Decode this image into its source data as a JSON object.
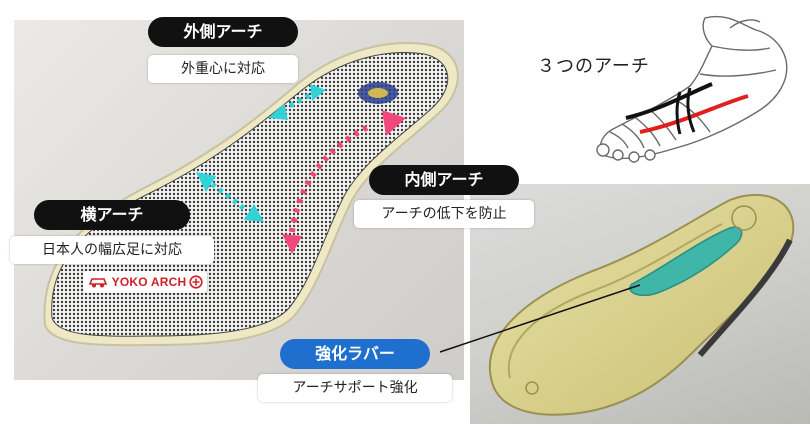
{
  "labels": {
    "outer_arch_title": "外側アーチ",
    "outer_arch_desc": "外重心に対応",
    "inner_arch_title": "内側アーチ",
    "inner_arch_desc": "アーチの低下を防止",
    "transverse_arch_title": "横アーチ",
    "transverse_arch_desc": "日本人の幅広足に対応",
    "rubber_title": "強化ラバー",
    "rubber_desc": "アーチサポート強化",
    "three_arches": "３つのアーチ"
  },
  "logo": {
    "text": "YOKO ARCH"
  },
  "colors": {
    "cyan_arrow": "#2fd3d8",
    "pink_arrow": "#f2467e",
    "blue_pill": "#1f6fce",
    "logo_red": "#d0202a",
    "rubber_teal": "#3fb6a8"
  }
}
